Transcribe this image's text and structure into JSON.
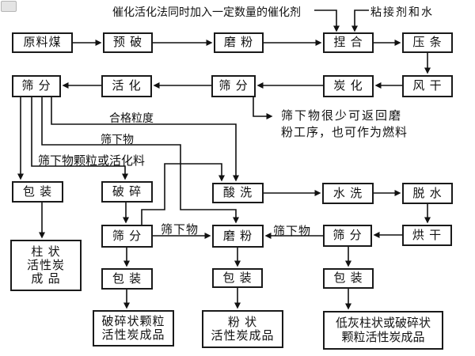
{
  "canvas": {
    "background": "#ffffff",
    "line_color": "#111111",
    "box_border_color": "#1a1a1a"
  },
  "notes": {
    "catalyst": "催化活化法同时加入一定数量的催化剂",
    "binder_water": "粘接剂和水",
    "sieve_return_line1": "筛下物很少可返回磨",
    "sieve_return_line2": "粉工序，也可作为燃料"
  },
  "edge_labels": {
    "qualified_size": "合格粒度",
    "undersize_top": "筛下物",
    "undersize_granules": "筛下物颗粒或活化料",
    "undersize_mid": "筛下物",
    "undersize_right": "筛下物"
  },
  "boxes": {
    "raw_coal": "原料煤",
    "pre_crush": "预 破",
    "mill_1": "磨 粉",
    "knead": "捏 合",
    "extrude": "压 条",
    "sieve_1": "筛 分",
    "activate": "活 化",
    "sieve_2": "筛 分",
    "carbonize": "炭 化",
    "air_dry": "风 干",
    "pack_1": "包 装",
    "crush": "破 碎",
    "acid_wash": "酸 洗",
    "water_wash": "水 洗",
    "dewater": "脱 水",
    "sieve_3": "筛 分",
    "mill_2": "磨 粉",
    "sieve_4": "筛 分",
    "oven_dry": "烘 干",
    "pack_2": "包 装",
    "pack_3": "包 装",
    "pack_4": "包 装",
    "product_columnar": [
      "柱 状",
      "活性炭",
      "成 品"
    ],
    "product_crushed": [
      "破碎状颗粒",
      "活性炭成品"
    ],
    "product_powder": [
      "粉 状",
      "活性炭成品"
    ],
    "product_low_ash": [
      "低灰柱状或破碎状",
      "颗粒活性炭成品"
    ]
  }
}
